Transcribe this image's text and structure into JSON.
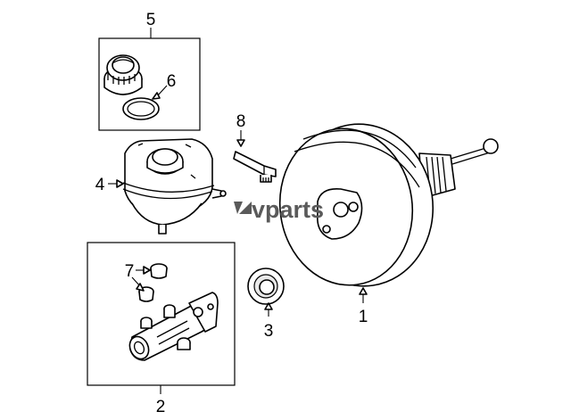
{
  "callouts": {
    "c1": "1",
    "c2": "2",
    "c3": "3",
    "c4": "4",
    "c5": "5",
    "c6": "6",
    "c7": "7",
    "c8": "8"
  },
  "watermark": "vparts",
  "colors": {
    "line": "#000000",
    "background": "#ffffff",
    "watermark": "#5a5a5a"
  }
}
